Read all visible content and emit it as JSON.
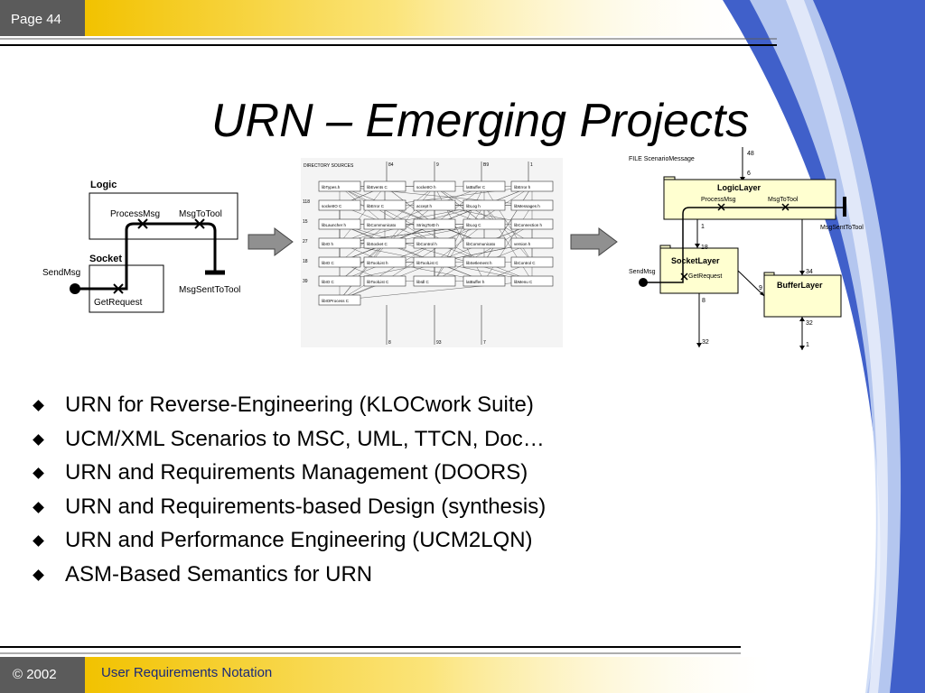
{
  "header": {
    "page_label": "Page 44"
  },
  "title": "URN – Emerging Projects",
  "diagram_left": {
    "logic_label": "Logic",
    "socket_label": "Socket",
    "process_msg": "ProcessMsg",
    "msg_to_tool": "MsgToTool",
    "send_msg": "SendMsg",
    "get_request": "GetRequest",
    "msg_sent_to_tool": "MsgSentToTool"
  },
  "diagram_middle": {
    "directory_sources": "DIRECTORY SOURCES",
    "top_numbers": [
      "84",
      "9",
      "B9",
      "1"
    ],
    "bottom_numbers": [
      "8",
      "93",
      "7"
    ],
    "left_numbers": [
      "118",
      "15",
      "27",
      "18",
      "39"
    ],
    "module_rows": [
      [
        "libTypes.h",
        "libEvents C",
        "socketIO h",
        "latBuffer C",
        "libError h"
      ],
      [
        "socketIO C",
        "libError C",
        "accept h",
        "libLog h",
        "libMessages h"
      ],
      [
        "libLauncher h",
        "libCommunicato",
        "StringToID h",
        "libLog C",
        "libConnection h"
      ],
      [
        "libIO h",
        "libSocket C",
        "libControl h",
        "libCommunicato",
        "version h"
      ],
      [
        "libIO C",
        "libToolList h",
        "libToolList C",
        "libSetlement h",
        "libControl C"
      ],
      [
        "libIO C",
        "libToolList C",
        "libIdl C",
        "latBuffer h",
        "libMenu C"
      ],
      [
        "libIOProcess C"
      ]
    ]
  },
  "diagram_right": {
    "file_label": "FILE ScenarioMessage",
    "logic_layer": "LogicLayer",
    "socket_layer": "SocketLayer",
    "buffer_layer": "BufferLayer",
    "process_msg": "ProcessMsg",
    "msg_to_tool": "MsgToTool",
    "msg_sent_to_tool": "MsgSentToTool",
    "send_msg": "SendMsg",
    "get_request": "GetRequest",
    "n48": "48",
    "n6": "6",
    "n1a": "1",
    "n18": "18",
    "n34": "34",
    "n9": "9",
    "n8": "8",
    "n32a": "32",
    "n32b": "32",
    "n1b": "1"
  },
  "bullets": [
    "URN for Reverse-Engineering (KLOCwork Suite)",
    "UCM/XML Scenarios to MSC, UML, TTCN, Doc…",
    "URN and Requirements Management (DOORS)",
    "URN and Requirements-based Design (synthesis)",
    "URN and Performance Engineering (UCM2LQN)",
    "ASM-Based Semantics for URN"
  ],
  "footer": {
    "copyright": "© 2002",
    "text": "User Requirements Notation"
  },
  "colors": {
    "badge_gray": "#5b5b5b",
    "accent_blue": "#2a3fa8",
    "cream": "#ffffd0",
    "gold": "#f5c518"
  }
}
